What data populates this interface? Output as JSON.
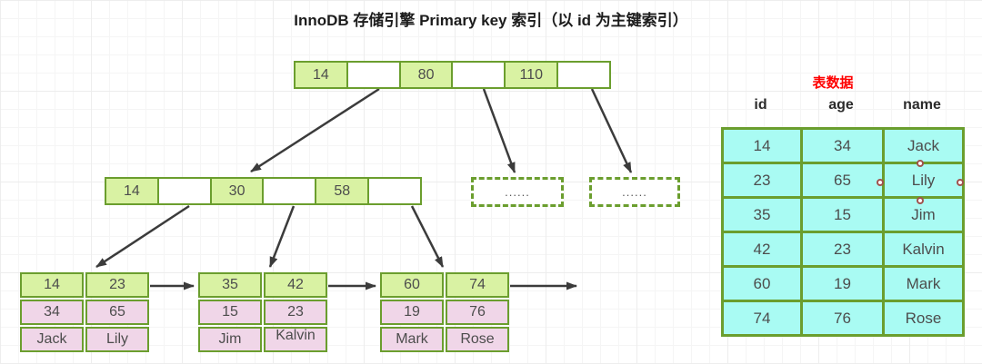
{
  "title": "InnoDB 存储引擎 Primary key 索引（以 id 为主键索引）",
  "colors": {
    "node_border_green": "#6b9e2e",
    "key_fill_green": "#d9f2a3",
    "record_fill_pink": "#f0d6e8",
    "table_fill_cyan": "#a9fbf3",
    "arrow": "#3b3b3b",
    "table_label_red": "#ff0000",
    "selection_handle": "#a0524d"
  },
  "btree": {
    "root": {
      "cells": [
        "14",
        "",
        "80",
        "",
        "110",
        ""
      ]
    },
    "internal": {
      "cells": [
        "14",
        "",
        "30",
        "",
        "58",
        ""
      ]
    },
    "dashed_nodes": [
      {
        "label": "......"
      },
      {
        "label": "......"
      }
    ],
    "leaves": [
      {
        "ids": [
          "14",
          "23"
        ],
        "ages": [
          "34",
          "65"
        ],
        "names": [
          "Jack",
          "Lily"
        ]
      },
      {
        "ids": [
          "35",
          "42"
        ],
        "ages": [
          "15",
          "23"
        ],
        "names": [
          "Jim",
          "Kalvin"
        ]
      },
      {
        "ids": [
          "60",
          "74"
        ],
        "ages": [
          "19",
          "76"
        ],
        "names": [
          "Mark",
          "Rose"
        ]
      }
    ]
  },
  "table": {
    "label": "表数据",
    "headers": [
      "id",
      "age",
      "name"
    ],
    "rows": [
      [
        "14",
        "34",
        "Jack"
      ],
      [
        "23",
        "65",
        "Lily"
      ],
      [
        "35",
        "15",
        "Jim"
      ],
      [
        "42",
        "23",
        "Kalvin"
      ],
      [
        "60",
        "19",
        "Mark"
      ],
      [
        "74",
        "76",
        "Rose"
      ]
    ],
    "selected_cell": "Lily"
  }
}
